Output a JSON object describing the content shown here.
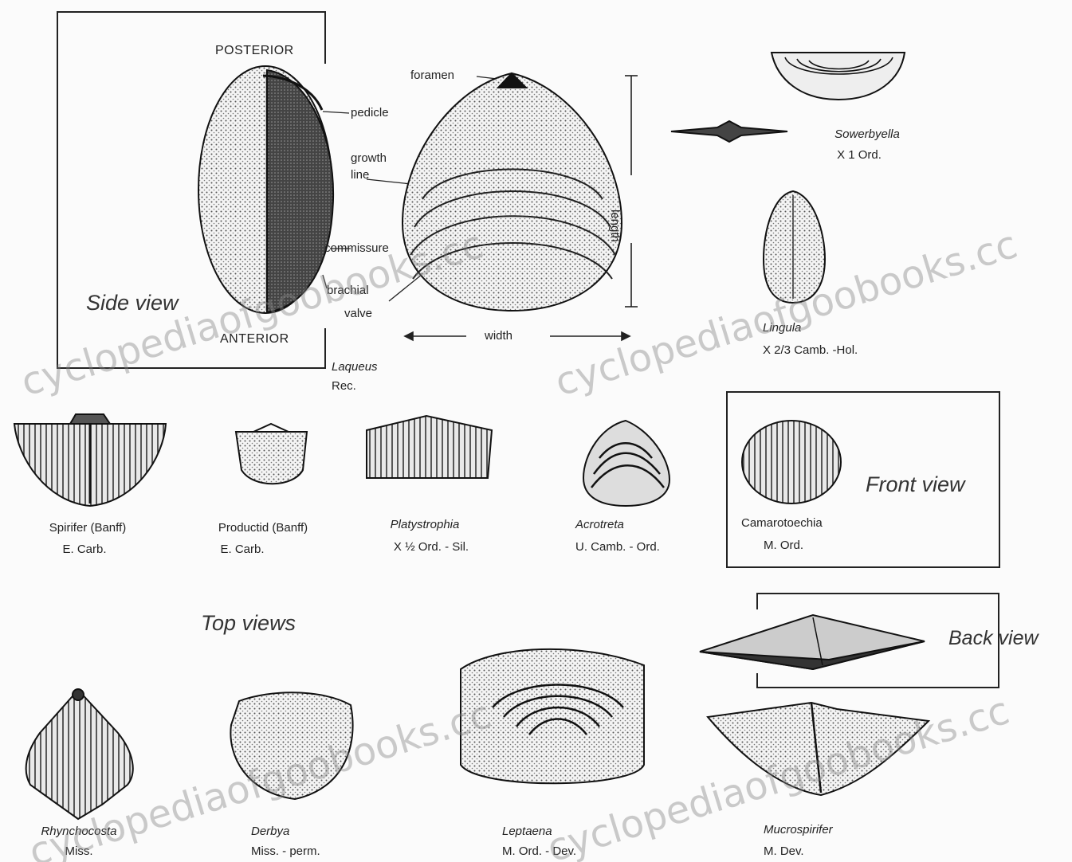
{
  "anatomy": {
    "posterior": "POSTERIOR",
    "anterior": "ANTERIOR",
    "pedicle": "pedicle",
    "growth_line": [
      "growth",
      "line"
    ],
    "commissure": "commissure",
    "brachial_valve": [
      "brachial",
      "valve"
    ],
    "foramen": "foramen",
    "length": "length",
    "width": "width",
    "lingula_caption": [
      "Laqueus",
      "Rec."
    ]
  },
  "views": {
    "side": "Side view",
    "front": "Front view",
    "top": "Top views",
    "back": "Back view"
  },
  "specimens": [
    {
      "id": "sowerbyella",
      "genus": "Sowerbyella",
      "range": "X 1   Ord."
    },
    {
      "id": "lingula",
      "genus": "Lingula",
      "range": "X 2/3 Camb. -Hol."
    },
    {
      "id": "spirifer",
      "genus": "Spirifer (Banff)",
      "range": "E. Carb."
    },
    {
      "id": "productid",
      "genus": "Productid (Banff)",
      "range": "E. Carb."
    },
    {
      "id": "platystrophia",
      "genus": "Platystrophia",
      "range": "X ½ Ord. - Sil."
    },
    {
      "id": "acrotreta",
      "genus": "Acrotreta",
      "range": "U. Camb. - Ord."
    },
    {
      "id": "camarotoechia",
      "genus": "Camarotoechia",
      "range": "M. Ord."
    },
    {
      "id": "rhynchocosta",
      "genus": "Rhynchocosta",
      "range": "Miss."
    },
    {
      "id": "derbya",
      "genus": "Derbya",
      "range": "Miss. - perm."
    },
    {
      "id": "leptaena",
      "genus": "Leptaena",
      "range": "M. Ord. - Dev."
    },
    {
      "id": "mucrospirifer",
      "genus": "Mucrospirifer",
      "range": "M. Dev."
    }
  ],
  "watermark": "cyclopediaofgoobooks.cc",
  "colors": {
    "ink": "#1a1a1a",
    "shade": "#3a3a3a",
    "paper": "#fbfbfb",
    "watermark": "#8a8a8a"
  }
}
